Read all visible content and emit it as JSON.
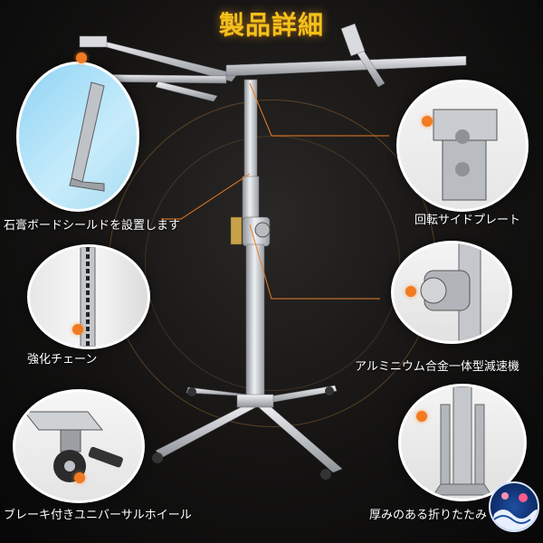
{
  "title": "製品詳細",
  "features": {
    "board_shield": "石膏ボードシールドを設置します",
    "side_plate": "回転サイドプレート",
    "chain": "強化チェーン",
    "reducer": "アルミニウム合金一体型減速機",
    "casters": "ブレーキ付きユニバーサルホイール",
    "folding": "厚みのある折りたたみ"
  },
  "colors": {
    "accent": "#f07b22",
    "title": "#f2c21a",
    "metal": "#c9ccd0"
  }
}
